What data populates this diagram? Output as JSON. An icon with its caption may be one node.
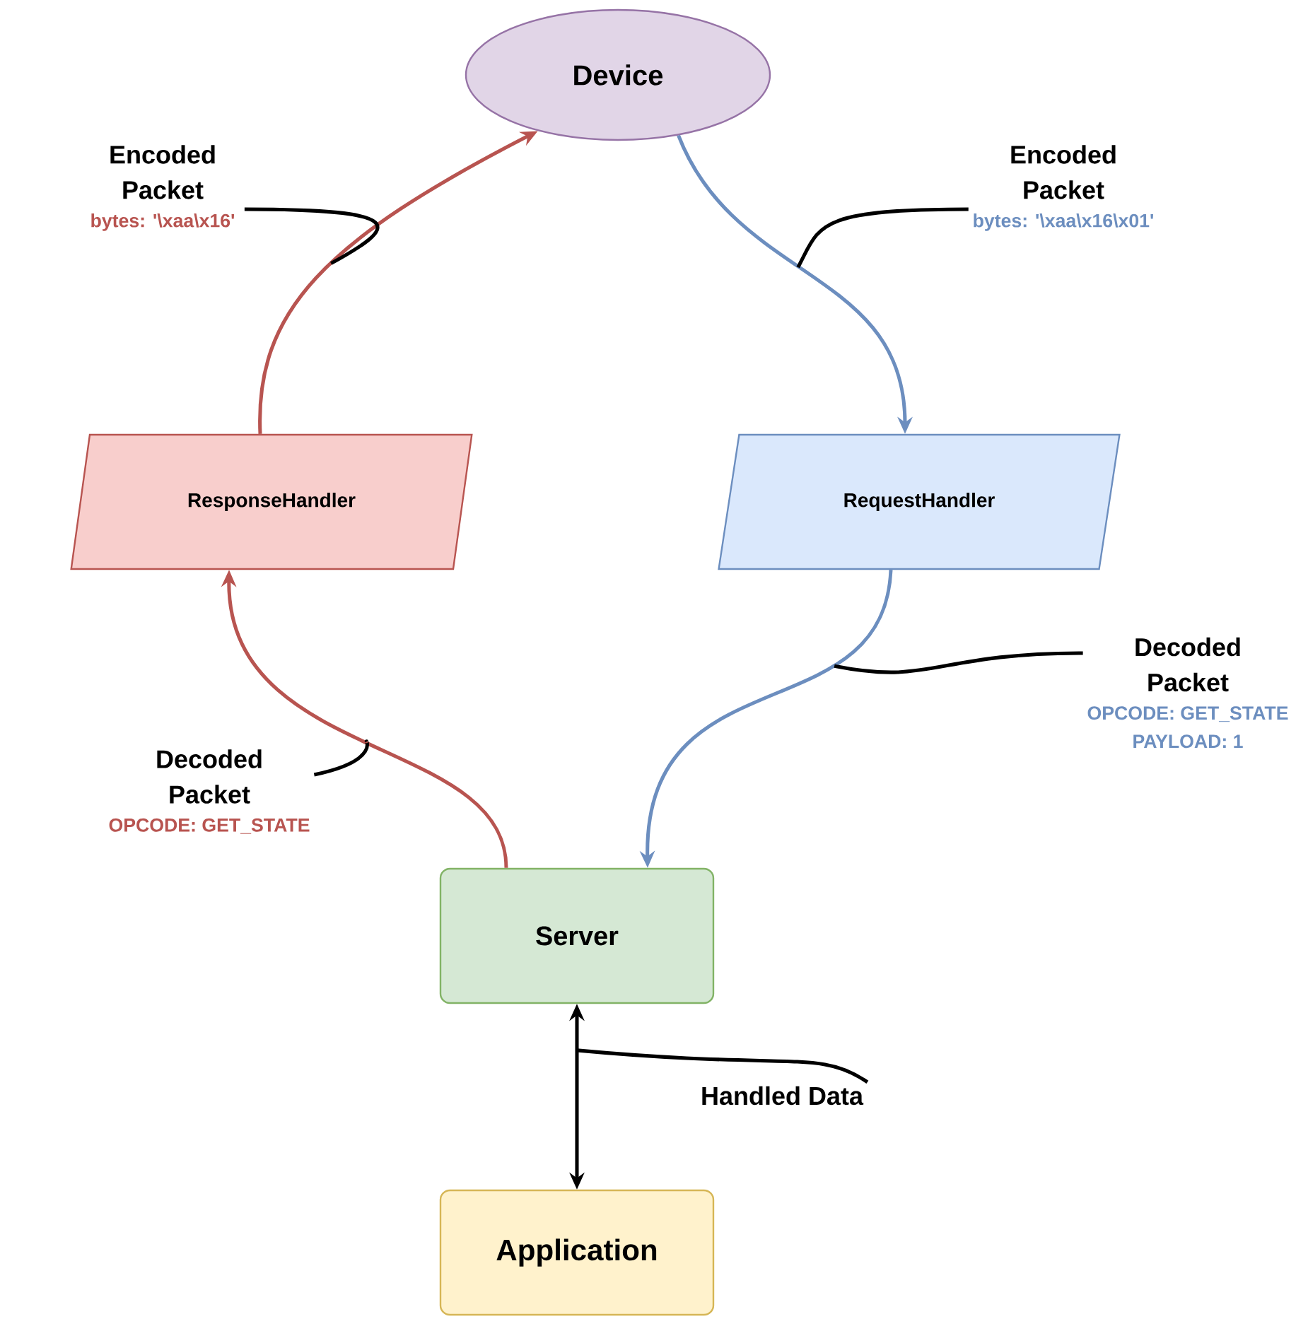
{
  "diagram": {
    "nodes": [
      {
        "text": [
          "Device"
        ]
      },
      {
        "text": [
          "ResponseHandler"
        ]
      },
      {
        "text": [
          "RequestHandler"
        ]
      },
      {
        "text": [
          "Server"
        ]
      },
      {
        "text": [
          "Application"
        ]
      },
      {
        "text": [
          "Encoded Packet",
          "bytes: '\\xaa\\x16'"
        ]
      },
      {
        "text": [
          "Encoded Packet",
          "bytes: '\\xaa\\x16\\x01'"
        ]
      },
      {
        "text": [
          "Decoded Packet",
          "OPCODE: GET_STATE"
        ]
      },
      {
        "text": [
          "Decoded Packet",
          "OPCODE: GET_STATE",
          "PAYLOAD: 1"
        ]
      },
      {
        "text": [
          "Handled Data"
        ]
      }
    ],
    "edges": [
      {
        "from": 1,
        "to": 0,
        "arrow": "to",
        "color": "#b85450"
      },
      {
        "from": 0,
        "to": 2,
        "arrow": "to",
        "color": "#6c8ebf"
      },
      {
        "from": 3,
        "to": 1,
        "arrow": "to",
        "color": "#b85450"
      },
      {
        "from": 2,
        "to": 3,
        "arrow": "to",
        "color": "#6c8ebf"
      },
      {
        "from": 3,
        "to": 4,
        "arrow": "both"
      },
      {
        "from": 5,
        "to": null,
        "arrow": "none"
      },
      {
        "from": 6,
        "to": null,
        "arrow": "none"
      },
      {
        "from": 7,
        "to": null,
        "arrow": "none"
      },
      {
        "from": 8,
        "to": null,
        "arrow": "none"
      },
      {
        "from": 9,
        "to": null,
        "arrow": "none"
      }
    ]
  }
}
